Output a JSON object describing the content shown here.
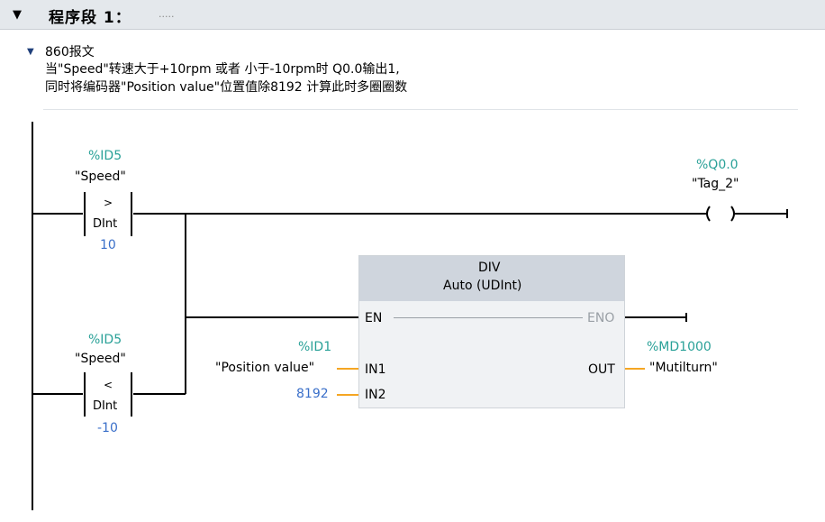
{
  "network": {
    "title": "程序段 1：",
    "dots": ".....",
    "comment": {
      "title": "860报文",
      "line1": "当\"Speed\"转速大于+10rpm 或者 小于-10rpm时  Q0.0输出1,",
      "line2": "同时将编码器\"Position value\"位置值除8192 计算此时多圈圈数"
    }
  },
  "contact1": {
    "address": "%ID5",
    "tag": "\"Speed\"",
    "op": ">",
    "type": "DInt",
    "value": "10"
  },
  "contact2": {
    "address": "%ID5",
    "tag": "\"Speed\"",
    "op": "<",
    "type": "DInt",
    "value": "-10"
  },
  "coil": {
    "address": "%Q0.0",
    "tag": "\"Tag_2\""
  },
  "div": {
    "name": "DIV",
    "type": "Auto (UDInt)",
    "en": "EN",
    "eno": "ENO",
    "in1": "IN1",
    "in2": "IN2",
    "out": "OUT",
    "in1_address": "%ID1",
    "in1_tag": "\"Position value\"",
    "in2_value": "8192",
    "out_address": "%MD1000",
    "out_tag": "\"Mutilturn\""
  },
  "colors": {
    "address": "#2aa198",
    "constant": "#3a6fc9",
    "param_wire": "#f5a623",
    "header_bg": "#e4e8ec"
  },
  "icons": {
    "network_toggle": "collapse-triangle-icon",
    "comment_toggle": "collapse-triangle-icon"
  }
}
